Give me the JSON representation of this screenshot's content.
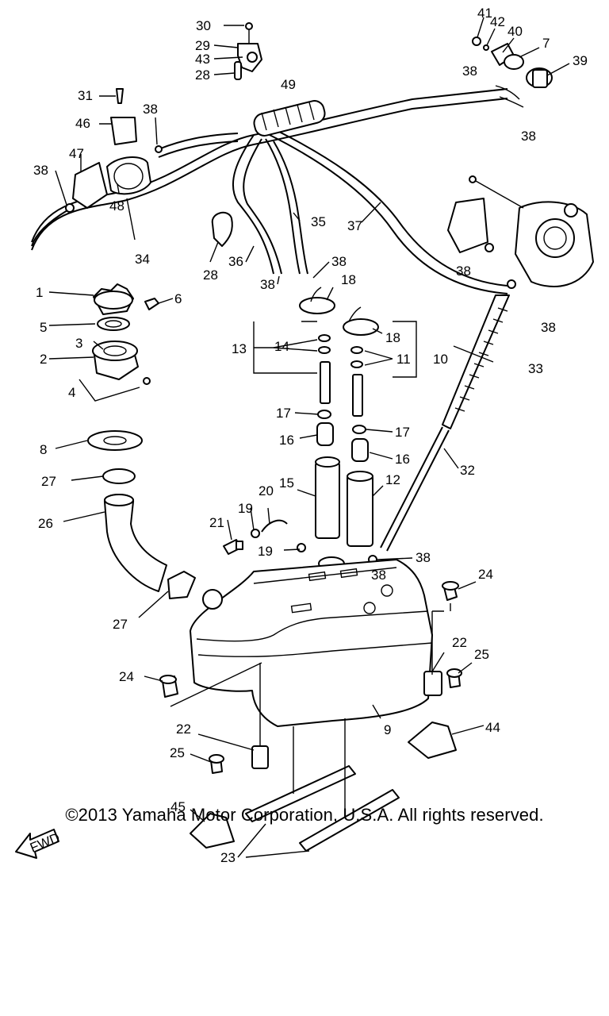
{
  "copyright": "©2013 Yamaha Motor Corporation, U.S.A. All rights reserved.",
  "fwd_label": "FWD",
  "part_labels": [
    "30",
    "29",
    "43",
    "28",
    "41",
    "42",
    "40",
    "7",
    "39",
    "38",
    "38",
    "38",
    "49",
    "31",
    "46",
    "47",
    "48",
    "38",
    "38",
    "34",
    "37",
    "35",
    "36",
    "28",
    "38",
    "38",
    "18",
    "18",
    "38",
    "38",
    "1",
    "6",
    "5",
    "3",
    "2",
    "4",
    "13",
    "14",
    "11",
    "10",
    "33",
    "17",
    "16",
    "17",
    "16",
    "8",
    "27",
    "15",
    "12",
    "32",
    "26",
    "20",
    "19",
    "21",
    "19",
    "38",
    "24",
    "27",
    "22",
    "25",
    "24",
    "9",
    "44",
    "22",
    "25",
    "45",
    "23"
  ]
}
